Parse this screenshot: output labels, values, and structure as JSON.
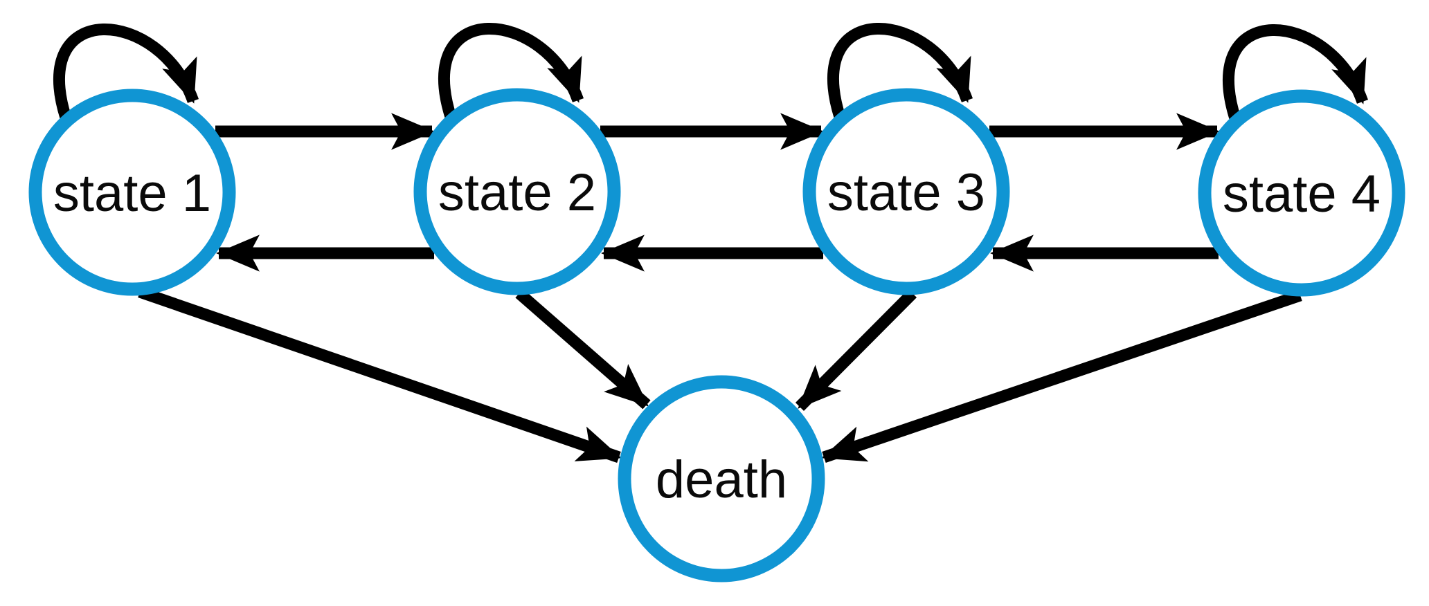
{
  "diagram": {
    "type": "state-transition-diagram",
    "nodes": [
      {
        "id": "state1",
        "label": "state 1"
      },
      {
        "id": "state2",
        "label": "state 2"
      },
      {
        "id": "state3",
        "label": "state 3"
      },
      {
        "id": "state4",
        "label": "state 4"
      },
      {
        "id": "death",
        "label": "death"
      }
    ],
    "edges": [
      {
        "from": "state1",
        "to": "state1",
        "type": "self-loop"
      },
      {
        "from": "state2",
        "to": "state2",
        "type": "self-loop"
      },
      {
        "from": "state3",
        "to": "state3",
        "type": "self-loop"
      },
      {
        "from": "state4",
        "to": "state4",
        "type": "self-loop"
      },
      {
        "from": "state1",
        "to": "state2",
        "type": "forward"
      },
      {
        "from": "state2",
        "to": "state3",
        "type": "forward"
      },
      {
        "from": "state3",
        "to": "state4",
        "type": "forward"
      },
      {
        "from": "state2",
        "to": "state1",
        "type": "backward"
      },
      {
        "from": "state3",
        "to": "state2",
        "type": "backward"
      },
      {
        "from": "state4",
        "to": "state3",
        "type": "backward"
      },
      {
        "from": "state1",
        "to": "death",
        "type": "to-death"
      },
      {
        "from": "state2",
        "to": "death",
        "type": "to-death"
      },
      {
        "from": "state3",
        "to": "death",
        "type": "to-death"
      },
      {
        "from": "state4",
        "to": "death",
        "type": "to-death"
      }
    ],
    "colors": {
      "node_border": "#1095d3",
      "node_fill": "#ffffff",
      "arrow": "#000000",
      "label": "#0a0a0a",
      "background": "#ffffff"
    }
  }
}
